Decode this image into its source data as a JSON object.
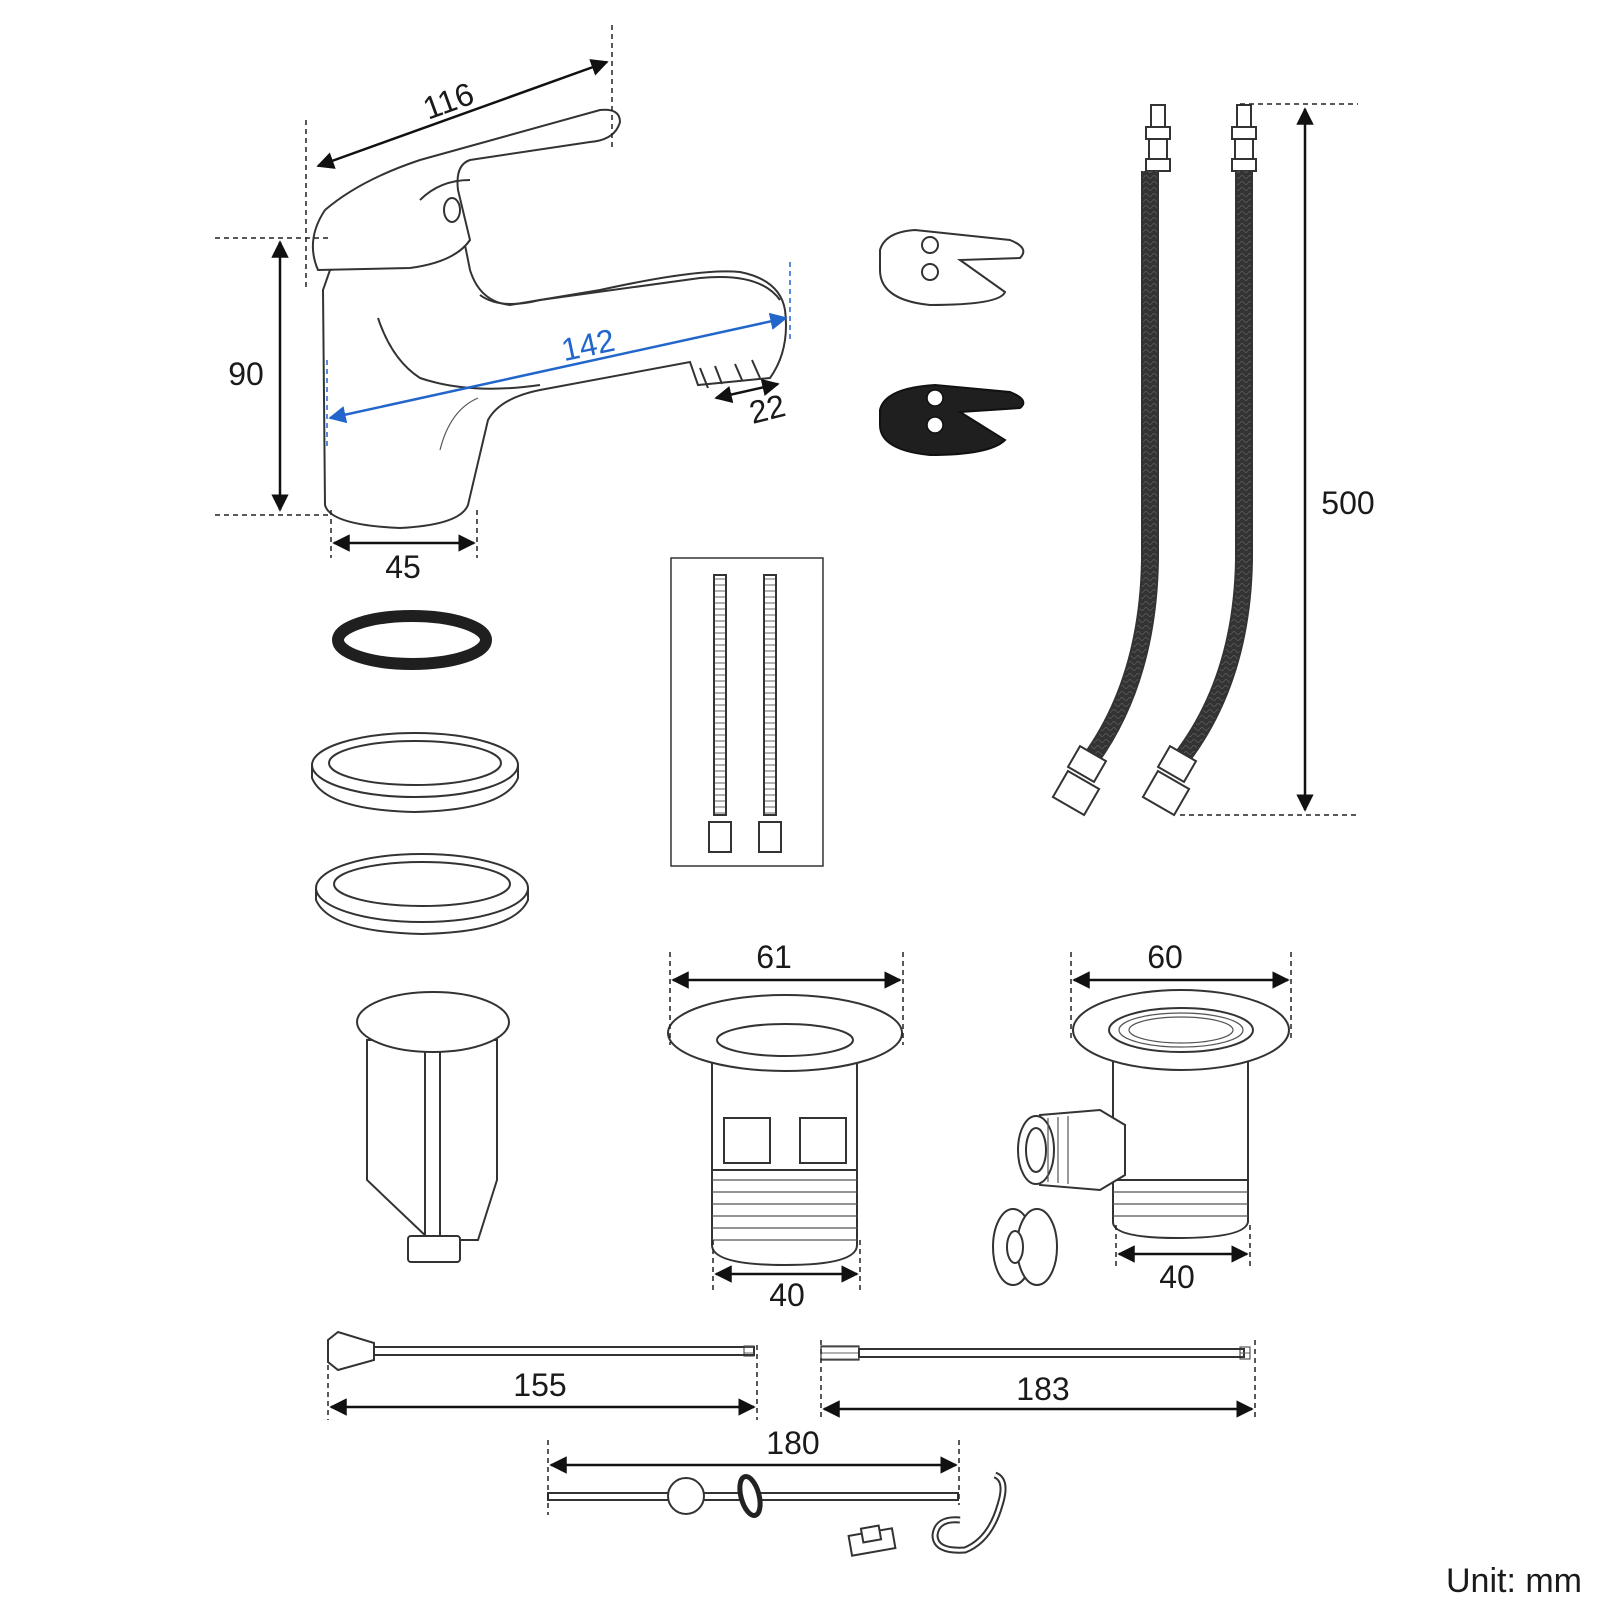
{
  "dimensions": {
    "handle_length": "116",
    "faucet_height": "90",
    "spout_reach": "142",
    "base_diameter": "45",
    "aerator_width": "22",
    "hose_length": "500",
    "drain_flange_left": "61",
    "drain_body_left": "40",
    "drain_flange_right": "60",
    "drain_body_right": "40",
    "lift_rod_length": "155",
    "linkage_rod_length": "183",
    "pivot_rod_length": "180"
  },
  "unit_label": "Unit: mm",
  "colors": {
    "highlight": "#2266cc",
    "outline": "#333333",
    "dimension": "#111111"
  }
}
